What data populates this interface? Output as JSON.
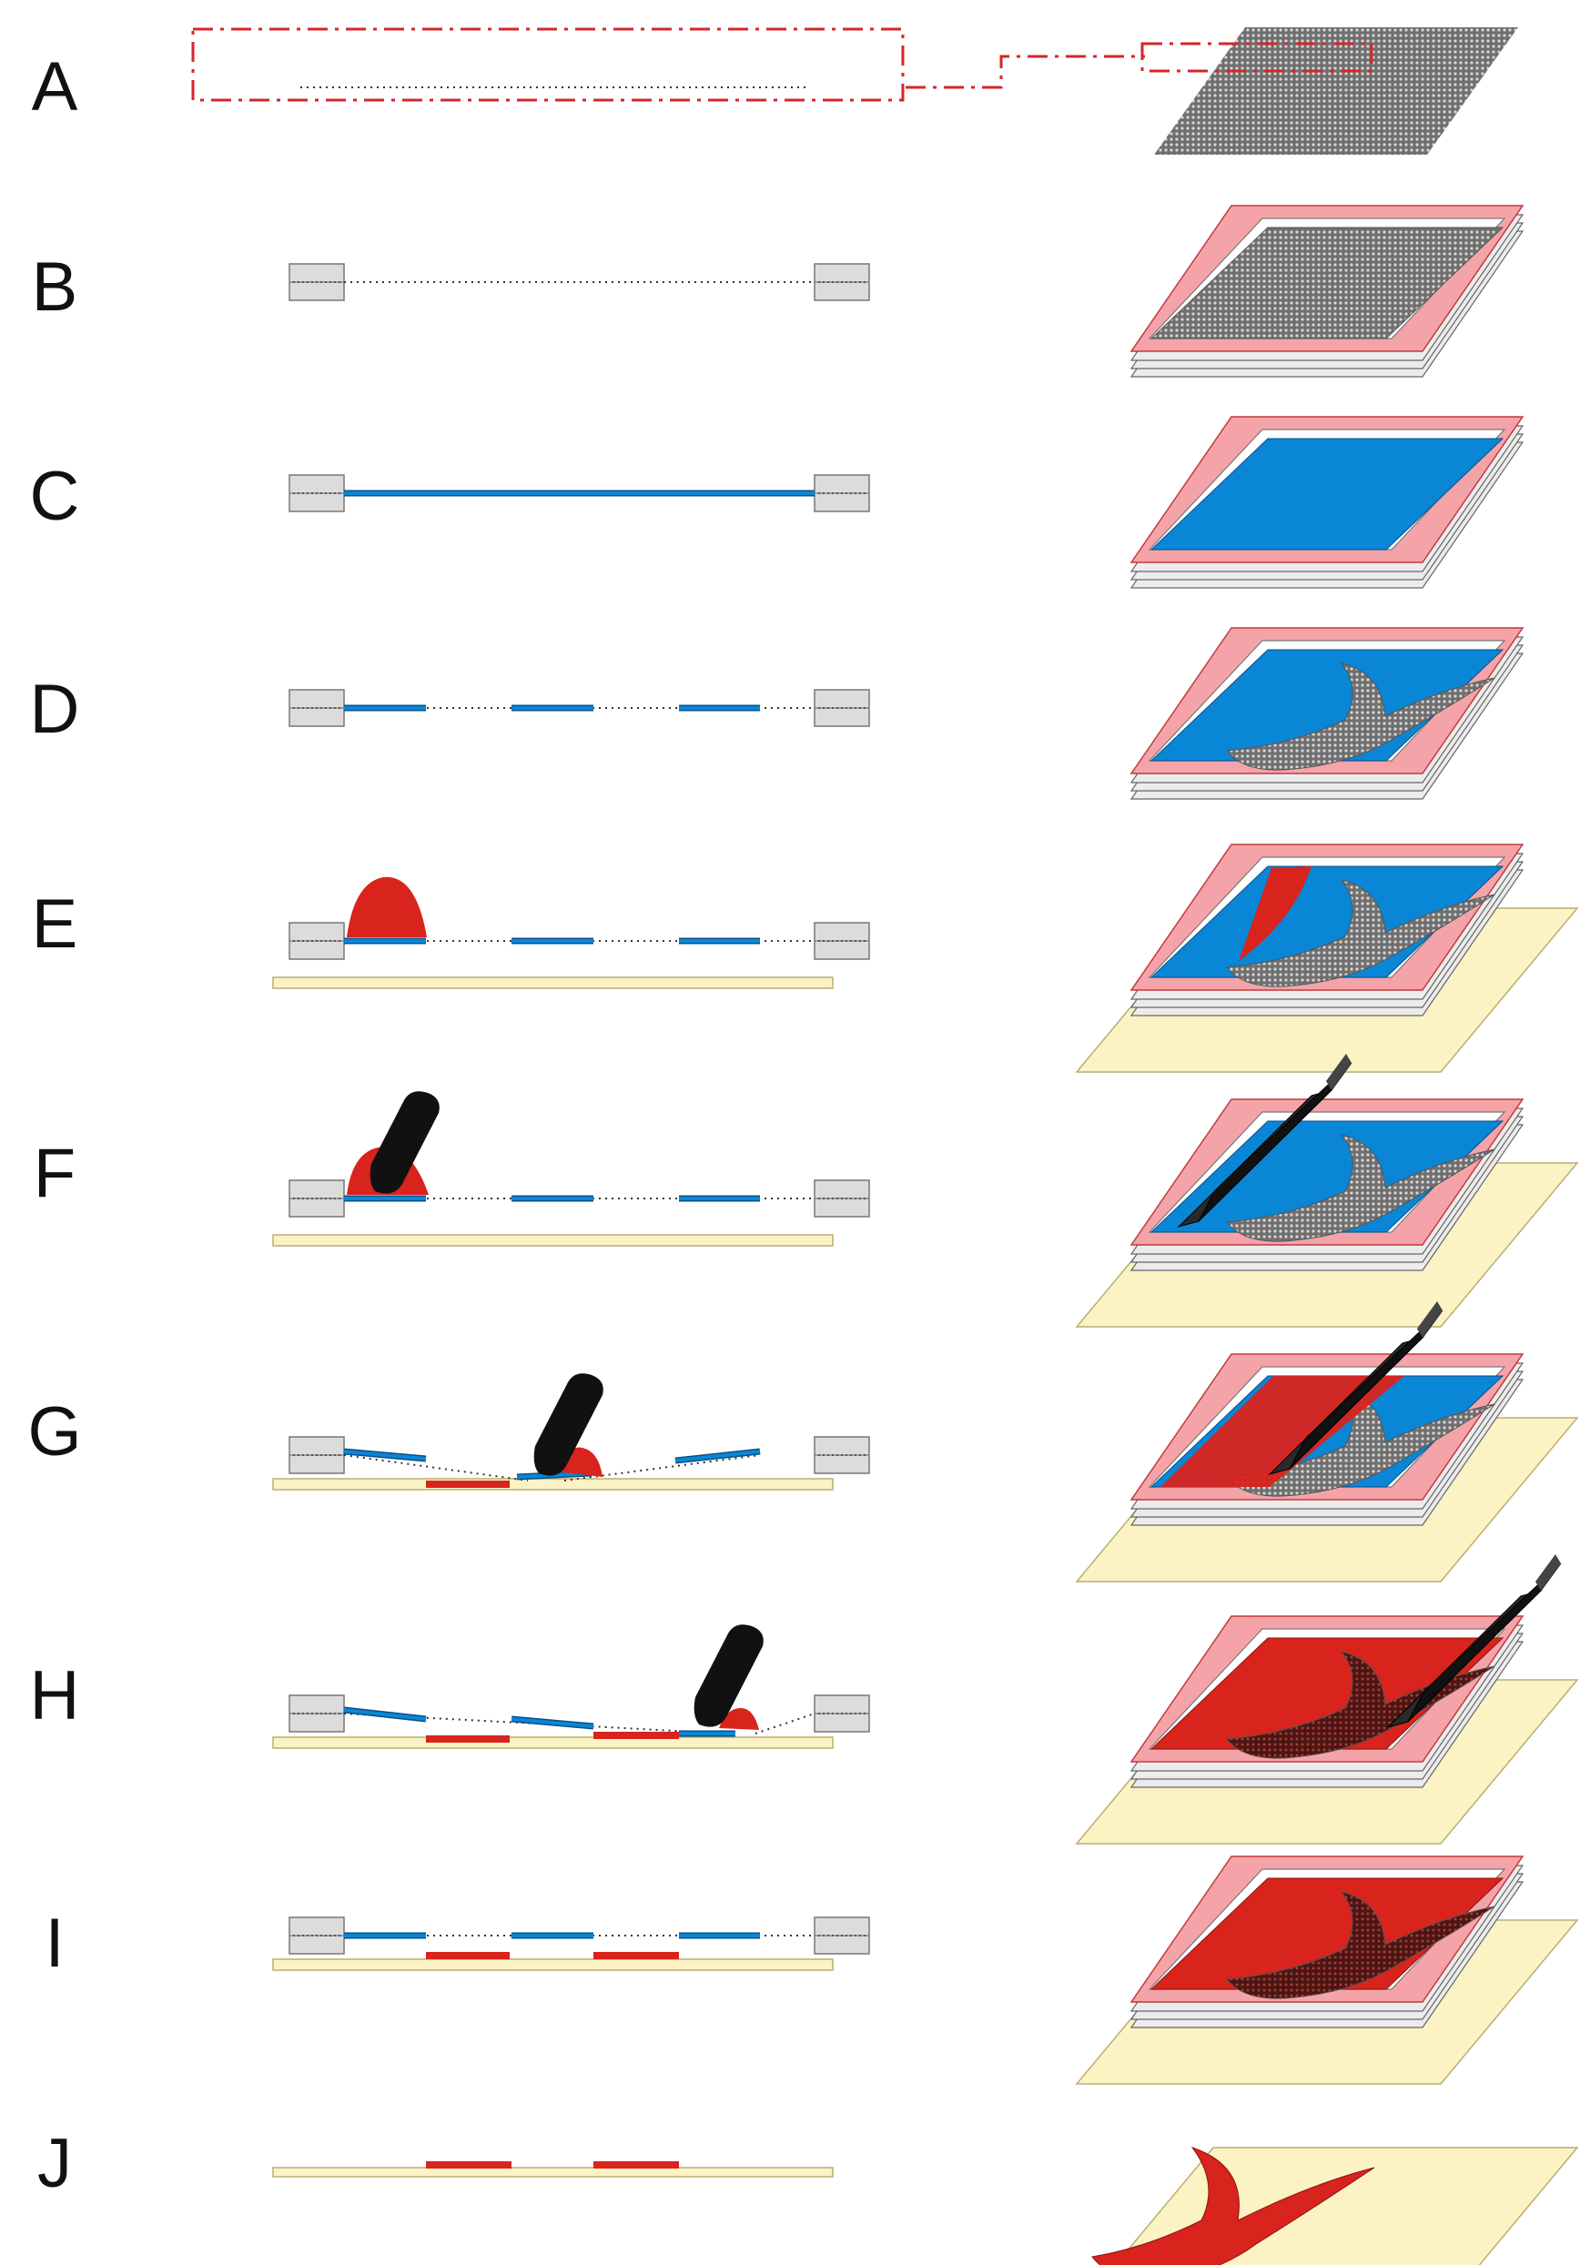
{
  "colors": {
    "frame": "#f4a4a8",
    "frame_stroke": "#c23a3f",
    "mesh": "#8a8a8a",
    "emulsion": "#0a86d6",
    "emulsion_dark": "#0a4f8a",
    "ink": "#d9231d",
    "ink_dark": "#8a1410",
    "substrate": "#fbf3c4",
    "substrate_stroke": "#b9ae72",
    "squeegee": "#111111",
    "clamp": "#dcdcdc",
    "clamp_stroke": "#777777",
    "plate": "#ececec",
    "guide": "#d6262b"
  },
  "steps": [
    {
      "label": "A",
      "stage": "mesh"
    },
    {
      "label": "B",
      "stage": "framed-mesh"
    },
    {
      "label": "C",
      "stage": "emulsion-coated"
    },
    {
      "label": "D",
      "stage": "stencil-exposed"
    },
    {
      "label": "E",
      "stage": "ink-applied"
    },
    {
      "label": "F",
      "stage": "squeegee-start"
    },
    {
      "label": "G",
      "stage": "squeegee-middle"
    },
    {
      "label": "H",
      "stage": "squeegee-end"
    },
    {
      "label": "I",
      "stage": "screen-lifted"
    },
    {
      "label": "J",
      "stage": "printed-substrate"
    }
  ]
}
